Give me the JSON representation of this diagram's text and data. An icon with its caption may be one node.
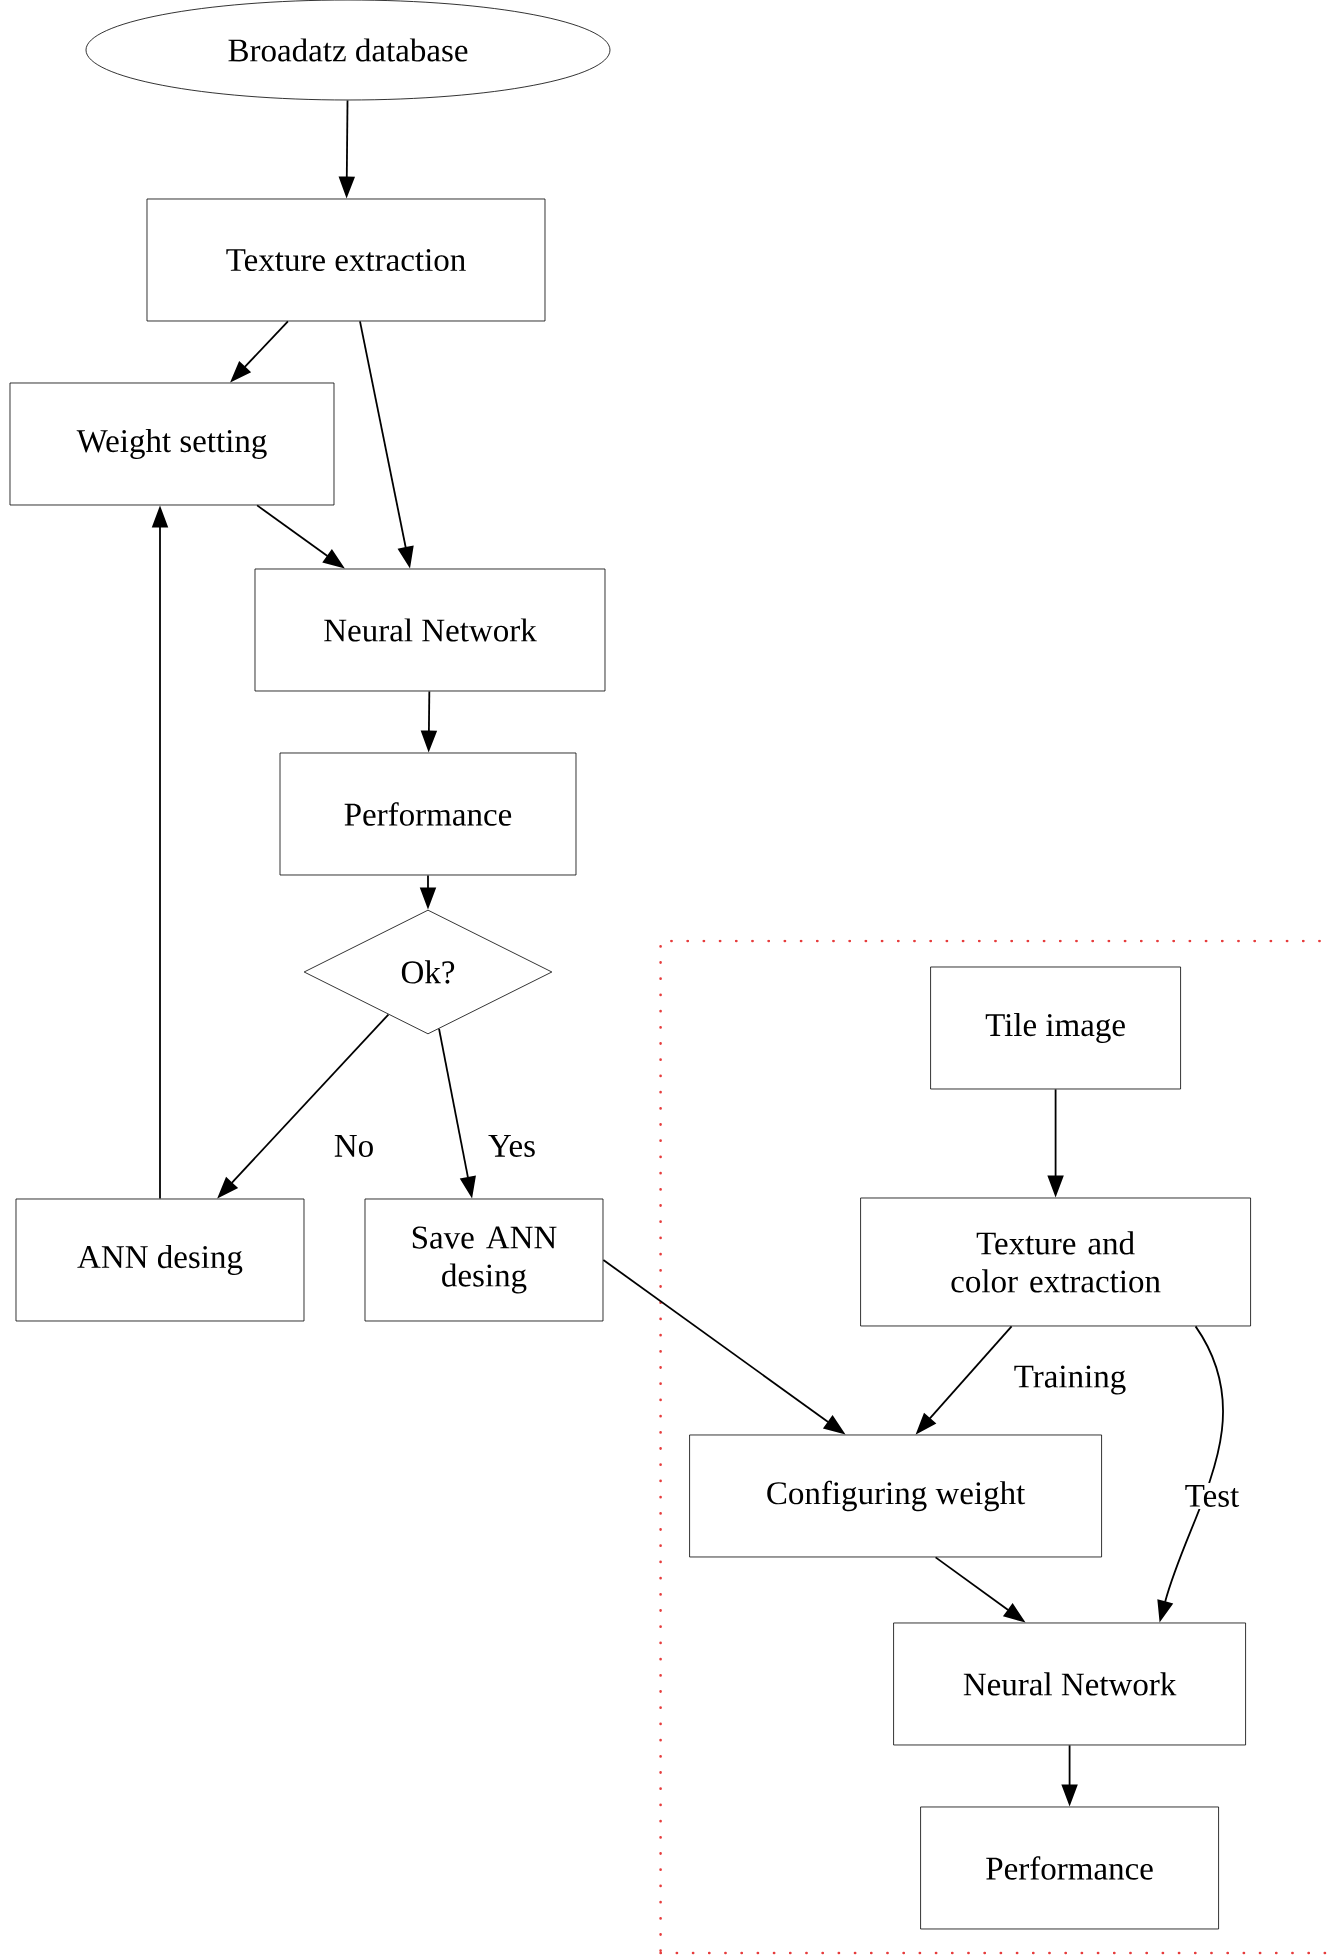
{
  "diagram": {
    "nodes": [
      {
        "text": [
          "Broadatz database"
        ]
      },
      {
        "text": [
          "Texture extraction"
        ]
      },
      {
        "text": [
          "Weight setting"
        ]
      },
      {
        "text": [
          "Neural Network"
        ]
      },
      {
        "text": [
          "Performance"
        ]
      },
      {
        "text": [
          "Ok?"
        ]
      },
      {
        "text": [
          "ANN desing"
        ]
      },
      {
        "text": [
          "Save ANN desing"
        ]
      },
      {
        "text": [],
        "shape": "box"
      },
      {
        "text": [
          "Tile image"
        ],
        "in": 8
      },
      {
        "text": [
          "Texture and color extraction"
        ],
        "in": 8
      },
      {
        "text": [
          "Configuring weight"
        ],
        "in": 8
      },
      {
        "text": [
          "Neural Network"
        ],
        "in": 8
      },
      {
        "text": [
          "Performance"
        ],
        "in": 8
      }
    ],
    "edges": [
      {
        "from": 0,
        "to": 1,
        "arrow": "to"
      },
      {
        "from": 1,
        "to": 2,
        "arrow": "to"
      },
      {
        "from": 1,
        "to": 3,
        "arrow": "to"
      },
      {
        "from": 2,
        "to": 3,
        "arrow": "to"
      },
      {
        "from": 3,
        "to": 4,
        "arrow": "to"
      },
      {
        "from": 4,
        "to": 5,
        "arrow": "to"
      },
      {
        "from": 5,
        "to": 6,
        "arrow": "to",
        "label": "No"
      },
      {
        "from": 5,
        "to": 7,
        "arrow": "to",
        "label": "Yes"
      },
      {
        "from": 6,
        "to": 2,
        "arrow": "to"
      },
      {
        "from": 7,
        "to": 11,
        "arrow": "to"
      },
      {
        "from": 9,
        "to": 10,
        "arrow": "to"
      },
      {
        "from": 10,
        "to": 11,
        "arrow": "to",
        "label": "Training"
      },
      {
        "from": 10,
        "to": 12,
        "arrow": "to",
        "label": "Test"
      },
      {
        "from": 11,
        "to": 12,
        "arrow": "to"
      },
      {
        "from": 12,
        "to": 13,
        "arrow": "to"
      }
    ]
  }
}
